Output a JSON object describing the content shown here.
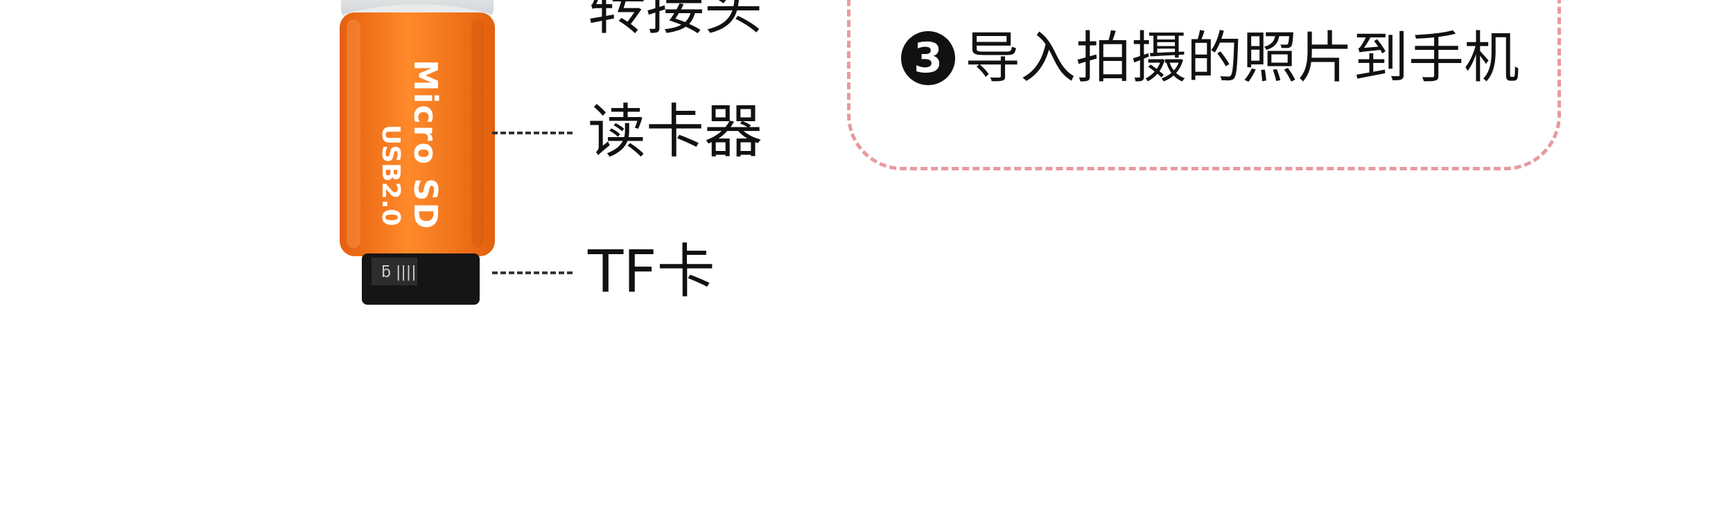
{
  "labels": {
    "adapter": "转接头",
    "reader": "读卡器",
    "tf_card": "TF卡"
  },
  "device": {
    "brand_text": "Micro SD",
    "usb_text": "USB2.0",
    "body_color": "#f5761a",
    "card_color": "#151515"
  },
  "step": {
    "number": "3",
    "text": "导入拍摄的照片到手机"
  },
  "colors": {
    "box_border": "#e79aa0",
    "text": "#111111"
  }
}
